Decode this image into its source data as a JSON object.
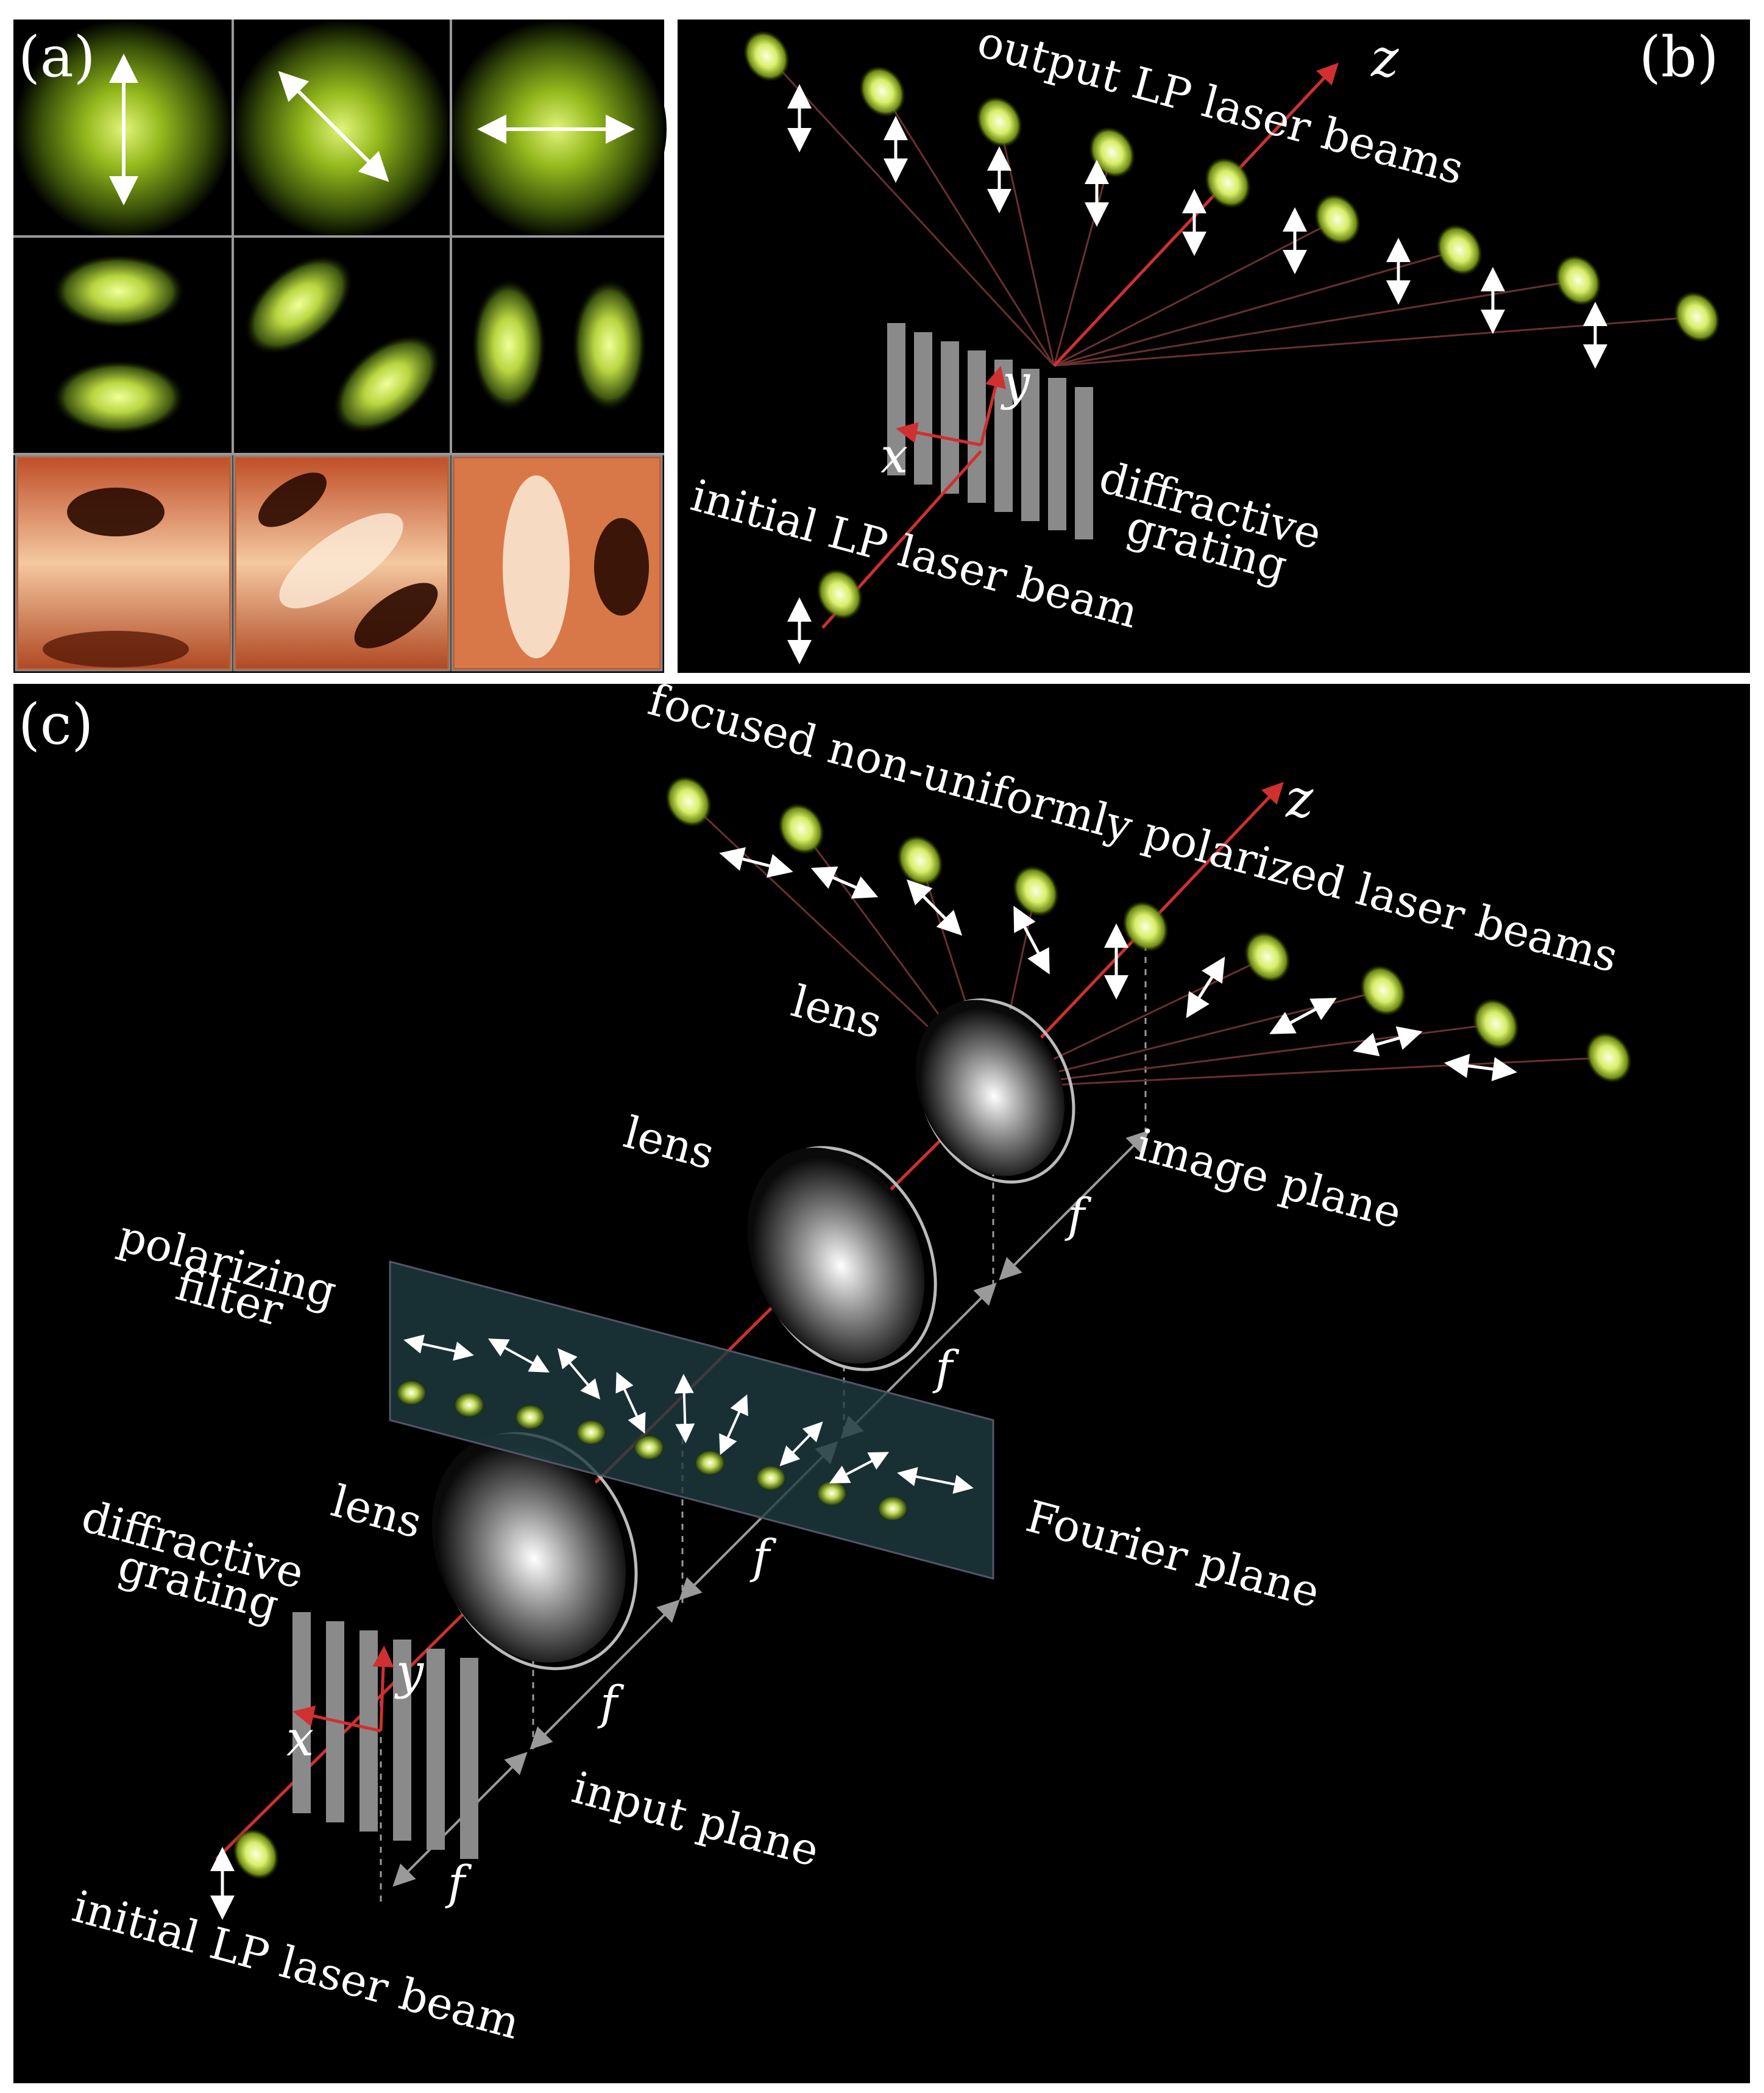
{
  "panel_a": {
    "label": "(a)"
  },
  "panel_b": {
    "label": "(b)",
    "axis_z": "z",
    "axis_y": "y",
    "axis_x": "x",
    "output_label": "output LP laser beams",
    "grating_label_1": "diffractive",
    "grating_label_2": "grating",
    "initial_label": "initial LP laser beam"
  },
  "panel_c": {
    "label": "(c)",
    "axis_z": "z",
    "axis_y": "y",
    "axis_x": "x",
    "focused_label": "focused non-uniformly polarized laser beams",
    "lens_label": "lens",
    "polarizing_label_1": "polarizing",
    "polarizing_label_2": "filter",
    "grating_label_1": "diffractive",
    "grating_label_2": "grating",
    "image_plane_label": "image plane",
    "fourier_plane_label": "Fourier plane",
    "input_plane_label": "input plane",
    "focal_label": "f",
    "initial_label": "initial LP laser beam"
  },
  "colors": {
    "background": "#000000",
    "beam_axis": "#d03030",
    "beam_spot": "#d8ee6a",
    "mode_heatmap": "#e8784a",
    "filter_plate": "#1e3c40",
    "grating_bar": "#8a8a8a"
  }
}
